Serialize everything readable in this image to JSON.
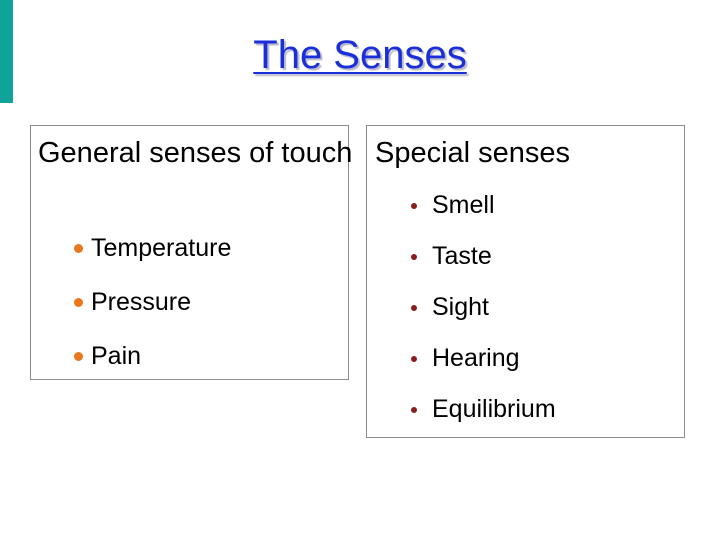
{
  "slide": {
    "title": "The Senses",
    "colors": {
      "title": "#1a2fd9",
      "accent_bar": "#0fa39a",
      "general_bullet": "#e8781e",
      "special_bullet": "#8a1c1c"
    },
    "general": {
      "heading": "General senses of touch",
      "items": [
        "Temperature",
        "Pressure",
        "Pain"
      ],
      "bullet_icon": "orange-dot-icon"
    },
    "special": {
      "heading": "Special senses",
      "items": [
        "Smell",
        "Taste",
        "Sight",
        "Hearing",
        "Equilibrium"
      ],
      "bullet_icon": "dark-red-dot-icon"
    }
  }
}
